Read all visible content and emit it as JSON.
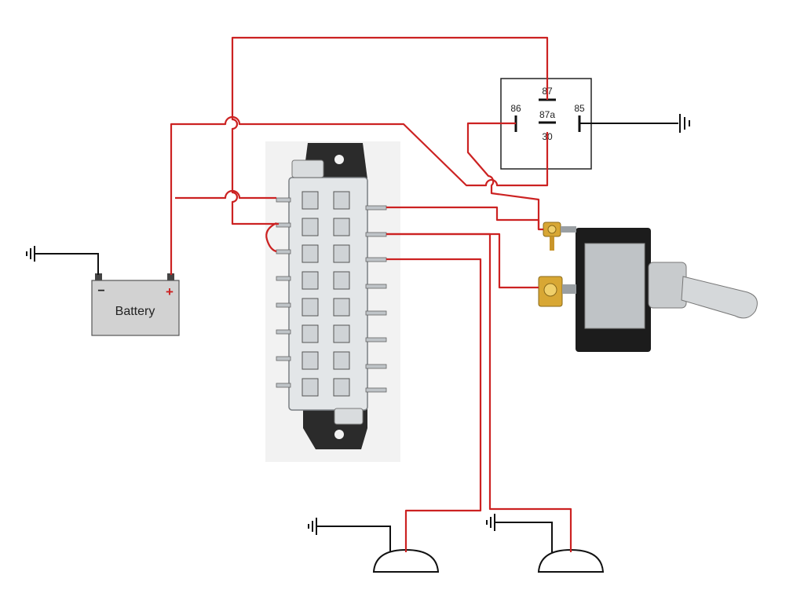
{
  "battery": {
    "label": "Battery",
    "neg_symbol": "−",
    "pos_symbol": "+"
  },
  "relay": {
    "pins": {
      "p87": "87",
      "p87a": "87a",
      "p86": "86",
      "p85": "85",
      "p30": "30"
    }
  },
  "colors": {
    "wire_power": "#cc2222",
    "wire_ground": "#111111",
    "battery_body": "#d2d2d2",
    "fuse_box_base": "#2b2b2b",
    "fuse_box_cover": "#e3e6e8",
    "switch_body": "#1c1c1c",
    "switch_plate": "#bfc3c6",
    "terminal_brass": "#d8a734",
    "lamp_outline": "#111111"
  },
  "icons": [
    "ground-symbol-icon",
    "battery-icon",
    "relay-box-icon",
    "fuse-box-icon",
    "toggle-switch-icon",
    "lamp-icon"
  ]
}
